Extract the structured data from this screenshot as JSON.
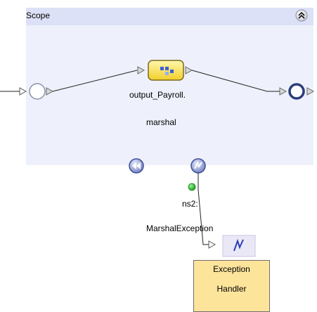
{
  "scope": {
    "title": "Scope",
    "collapse_icon": "double-chevron-up-icon"
  },
  "activity": {
    "name_line1": "output_Payroll.",
    "name_line2": "marshal",
    "icon": "invoke-activity-icon"
  },
  "fault": {
    "label_line1": "ns2:",
    "label_line2": "MarshalException",
    "icon": "fault-lightning-icon"
  },
  "handler": {
    "line1": "Exception",
    "line2": "Handler"
  },
  "colors": {
    "scope_bg": "#eef0fb",
    "scope_header": "#dde1f7",
    "activity_fill": "#ffe866",
    "handler_fill": "#fde49b",
    "end_node": "#2c3d7a",
    "status_dot": "#2db52d"
  }
}
